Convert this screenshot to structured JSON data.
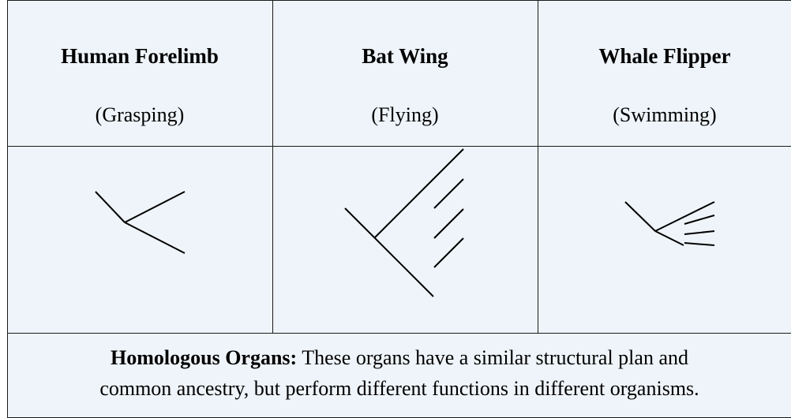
{
  "columns": [
    {
      "title": "Human Forelimb",
      "subtitle": "(Grasping)",
      "icon": "human-forelimb-sketch"
    },
    {
      "title": "Bat Wing",
      "subtitle": "(Flying)",
      "icon": "bat-wing-sketch"
    },
    {
      "title": "Whale Flipper",
      "subtitle": "(Swimming)",
      "icon": "whale-flipper-sketch"
    }
  ],
  "footer": {
    "term": "Homologous Organs:",
    "line1": "These organs have a similar structural plan and",
    "line2": "common ancestry, but perform different functions in different organisms."
  },
  "colors": {
    "background": "#eff4fa",
    "border": "#1a1a1a",
    "stroke": "#000000"
  }
}
